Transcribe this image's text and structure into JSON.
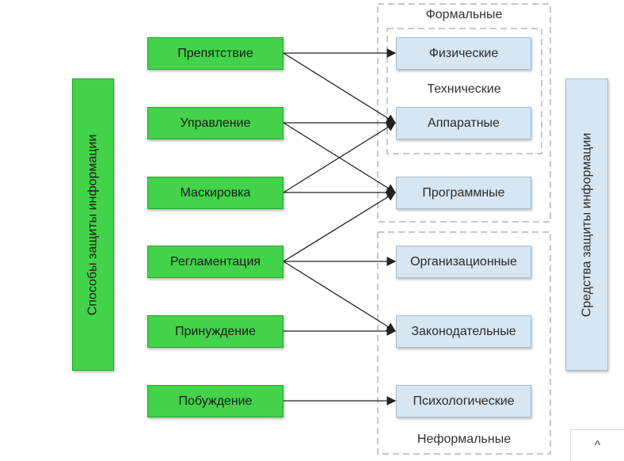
{
  "left_title": "Способы защиты информации",
  "right_title": "Средства защиты информации",
  "methods": [
    {
      "label": "Препятствие"
    },
    {
      "label": "Управление"
    },
    {
      "label": "Маскировка"
    },
    {
      "label": "Регламентация"
    },
    {
      "label": "Принуждение"
    },
    {
      "label": "Побуждение"
    }
  ],
  "means": [
    {
      "label": "Физические"
    },
    {
      "label": "Аппаратные"
    },
    {
      "label": "Программные"
    },
    {
      "label": "Организационные"
    },
    {
      "label": "Законодательные"
    },
    {
      "label": "Психологические"
    }
  ],
  "groups": {
    "formal": "Формальные",
    "technical": "Технические",
    "informal": "Неформальные"
  },
  "connections": [
    {
      "from": "Препятствие",
      "to": "Физические"
    },
    {
      "from": "Препятствие",
      "to": "Аппаратные"
    },
    {
      "from": "Управление",
      "to": "Аппаратные"
    },
    {
      "from": "Управление",
      "to": "Программные"
    },
    {
      "from": "Маскировка",
      "to": "Аппаратные"
    },
    {
      "from": "Маскировка",
      "to": "Программные"
    },
    {
      "from": "Регламентация",
      "to": "Программные"
    },
    {
      "from": "Регламентация",
      "to": "Организационные"
    },
    {
      "from": "Регламентация",
      "to": "Законодательные"
    },
    {
      "from": "Принуждение",
      "to": "Законодательные"
    },
    {
      "from": "Побуждение",
      "to": "Психологические"
    }
  ],
  "colors": {
    "method_fill": "#42d34a",
    "means_fill": "#d6e6f3",
    "line": "#222222",
    "dashed": "#b5b5b5"
  },
  "scroll_icon": "chevron-up-icon",
  "scroll_glyph": "^"
}
